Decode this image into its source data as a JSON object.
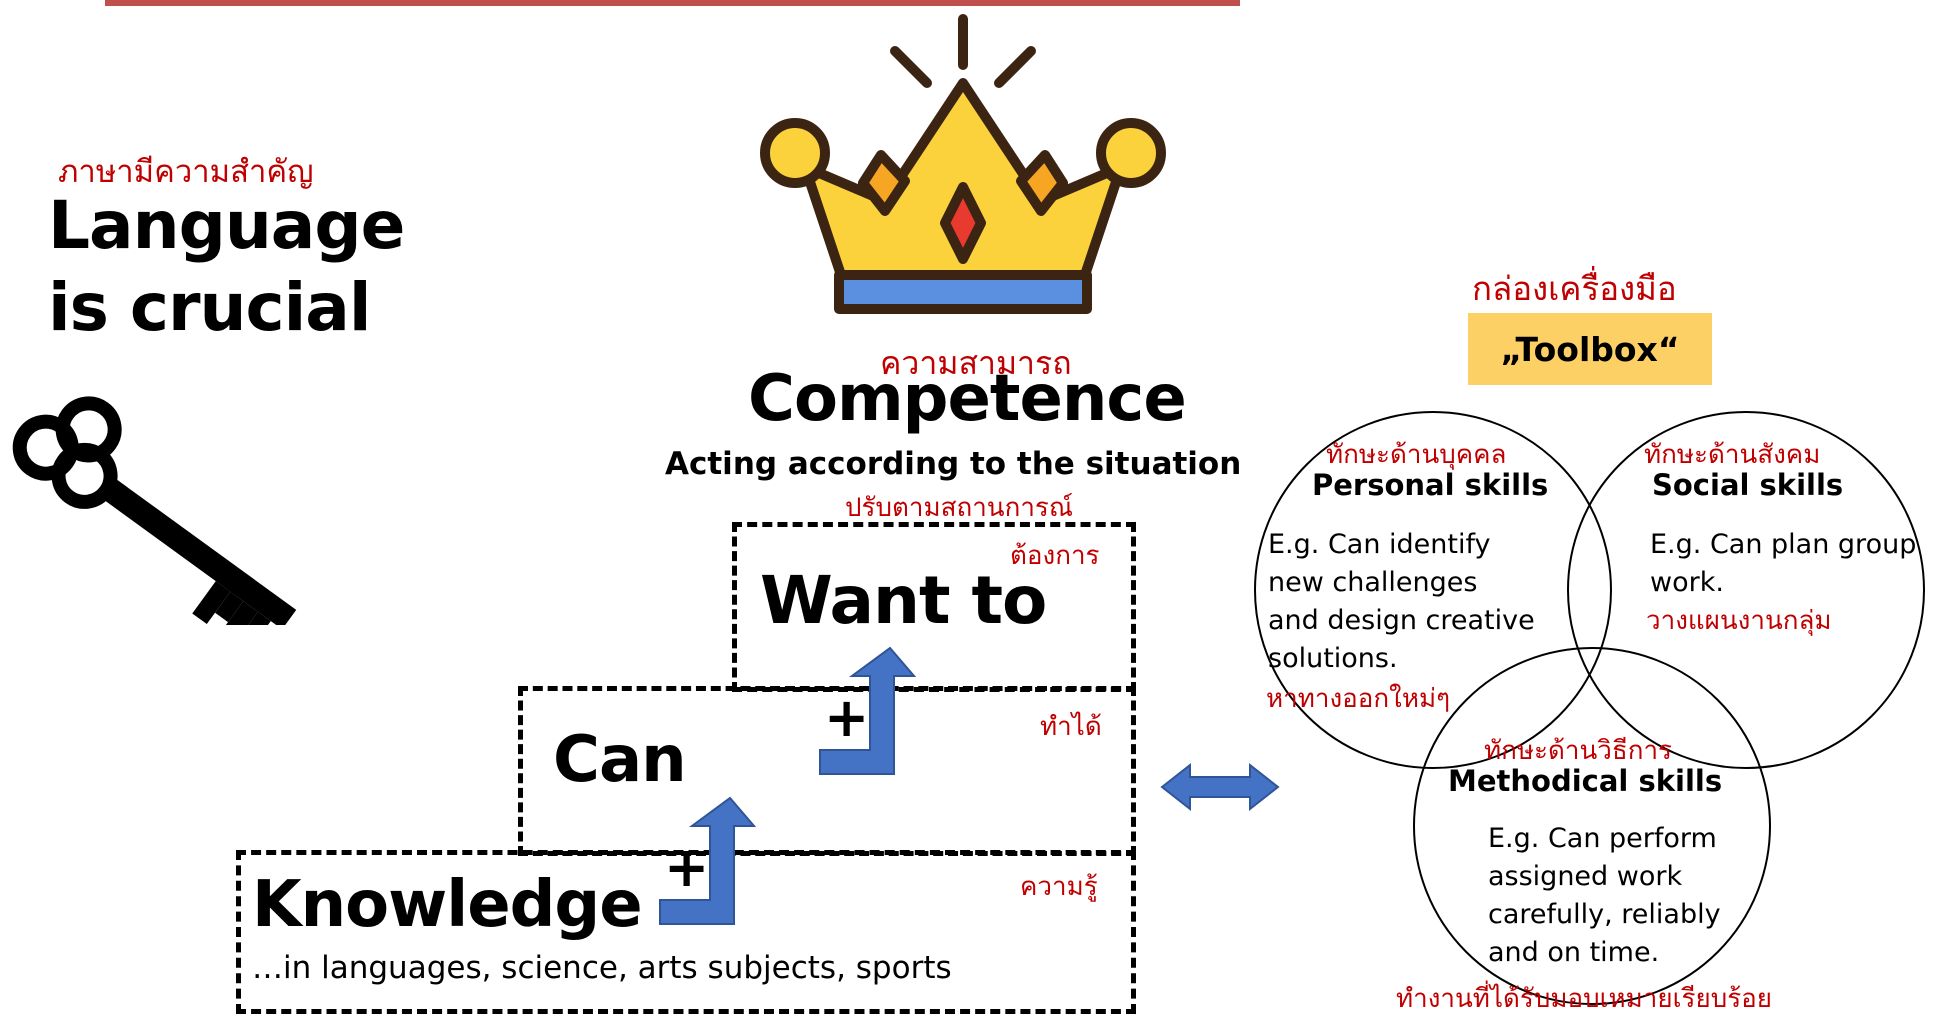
{
  "top_bar_color": "#c0504d",
  "language": {
    "thai": "ภาษามีความสำคัญ",
    "title_line1": "Language",
    "title_line2": "is crucial",
    "icon": "key-icon"
  },
  "competence": {
    "icon": "crown-icon",
    "thai": "ความสามารถ",
    "title": "Competence",
    "subtitle": "Acting according to the situation",
    "subtitle_thai": "ปรับตามสถานการณ์"
  },
  "staircase": {
    "want": {
      "label": "Want to",
      "thai": "ต้องการ"
    },
    "can": {
      "label": "Can",
      "thai": "ทำได้"
    },
    "knowledge": {
      "label": "Knowledge",
      "thai": "ความรู้",
      "detail": "…in languages, science, arts subjects, sports"
    },
    "plus": "+"
  },
  "toolbox": {
    "thai": "กล่องเครื่องมือ",
    "label": "„Toolbox“",
    "label_bg": "#fdd065",
    "personal": {
      "thai": "ทักษะด้านบุคคล",
      "title": "Personal skills",
      "lines": [
        "E.g. Can identify",
        "new challenges",
        "and design creative",
        "solutions."
      ],
      "note_thai": "หาทางออกใหม่ๆ"
    },
    "social": {
      "thai": "ทักษะด้านสังคม",
      "title": "Social skills",
      "lines": [
        "E.g. Can plan group",
        "work."
      ],
      "note_thai": "วางแผนงานกลุ่ม"
    },
    "methodical": {
      "thai": "ทักษะด้านวิธีการ",
      "title": "Methodical skills",
      "lines": [
        "E.g. Can perform",
        "assigned work",
        "carefully, reliably",
        "and on time."
      ],
      "note_thai": "ทำงานที่ได้รับมอบเหมายเรียบร้อย"
    }
  },
  "arrow_color": "#4472c4"
}
